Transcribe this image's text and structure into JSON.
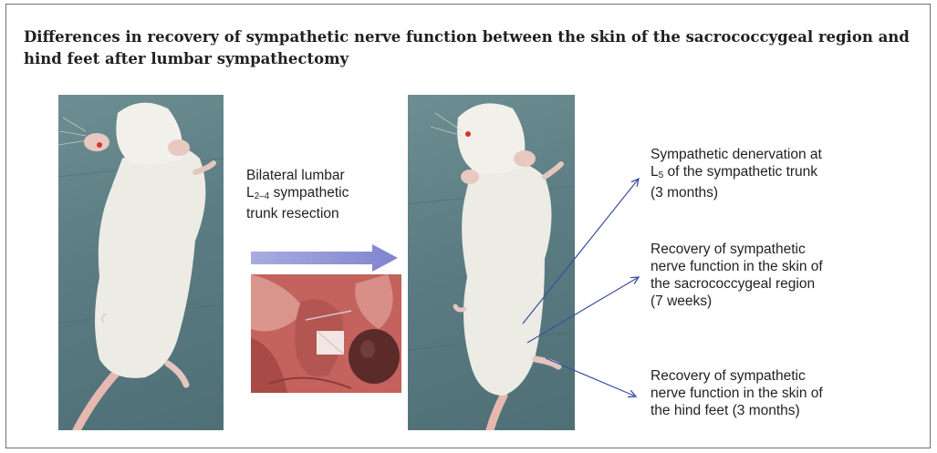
{
  "figure": {
    "title": "Differences in recovery of sympathetic nerve function between the skin of the sacrococcygeal region and hind feet after lumbar sympathectomy"
  },
  "procedure": {
    "line1": "Bilateral lumbar",
    "line2_prefix": "L",
    "line2_sub": "2–4",
    "line2_suffix": " sympathetic",
    "line3": "trunk resection"
  },
  "annotations": [
    {
      "lines": [
        "Sympathetic denervation at"
      ],
      "sub_line_prefix": "L",
      "sub_line_sub": "5",
      "sub_line_suffix": " of the sympathetic trunk",
      "last_line": "(3 months)"
    },
    {
      "lines": [
        "Recovery of sympathetic",
        "nerve function in the skin of",
        "the sacrococcygeal region",
        "(7 weeks)"
      ]
    },
    {
      "lines": [
        "Recovery of sympathetic",
        "nerve function in the skin of",
        "the hind feet (3 months)"
      ]
    }
  ],
  "colors": {
    "block_arrow": "#8f93d6",
    "pointer_lines": "#3c4fa0",
    "background_tile": "#5c7d83",
    "rat_fur": "#ecebe4"
  }
}
